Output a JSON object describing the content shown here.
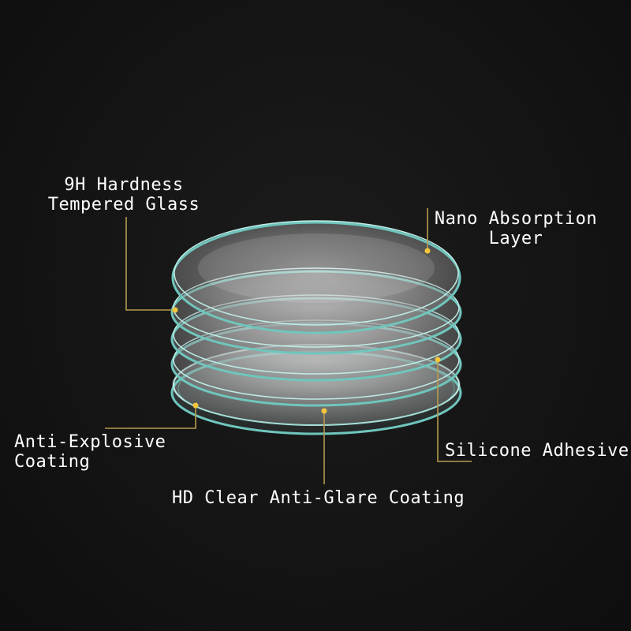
{
  "colors": {
    "background": "#141414",
    "rim": "#6fc6bd",
    "rim_highlight": "#bfece6",
    "leader_line": "#b79a4f",
    "dot": "#f3c63c",
    "text": "#ffffff"
  },
  "labels": {
    "tempered_glass": {
      "line1": "9H Hardness",
      "line2": "Tempered Glass"
    },
    "nano_absorption": {
      "line1": "Nano Absorption",
      "line2": "Layer"
    },
    "anti_explosive": {
      "line1": "Anti-Explosive",
      "line2": "Coating"
    },
    "silicone_adhesive": "Silicone Adhesive",
    "hd_clear": "HD Clear Anti-Glare Coating"
  }
}
